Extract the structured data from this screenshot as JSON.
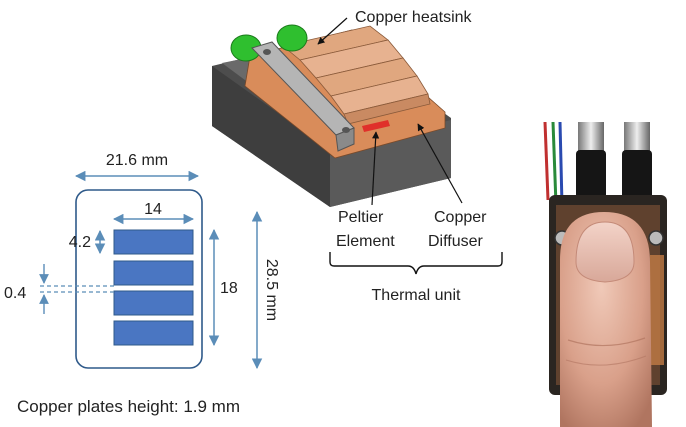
{
  "figure": {
    "left_schematic": {
      "width_label": "21.6 mm",
      "plate_length_label": "14",
      "plate_height_label": "4.2",
      "gap_label": "0.4",
      "stack_height_label": "18",
      "total_height_label": "28.5 mm",
      "plates_height_note": "Copper plates height: 1.9 mm",
      "plate_count": 4,
      "colors": {
        "plate": "#4a76c2",
        "outline": "#2f5a8a",
        "dim": "#5b8db8"
      }
    },
    "cad_render": {
      "heatsink_label": "Copper heatsink",
      "peltier_label_line1": "Peltier",
      "peltier_label_line2": "Element",
      "diffuser_label_line1": "Copper",
      "diffuser_label_line2": "Diffuser",
      "unit_label": "Thermal unit",
      "colors": {
        "copper": "#e0a77f",
        "body": "#4d4d4d",
        "rail": "#a8a8a8",
        "tubes": "#2fbf2f"
      }
    },
    "photo": {
      "description_icon": "finger-on-device-photo",
      "colors": {
        "skin": "#d9a08a",
        "device": "#2a2521"
      }
    }
  }
}
